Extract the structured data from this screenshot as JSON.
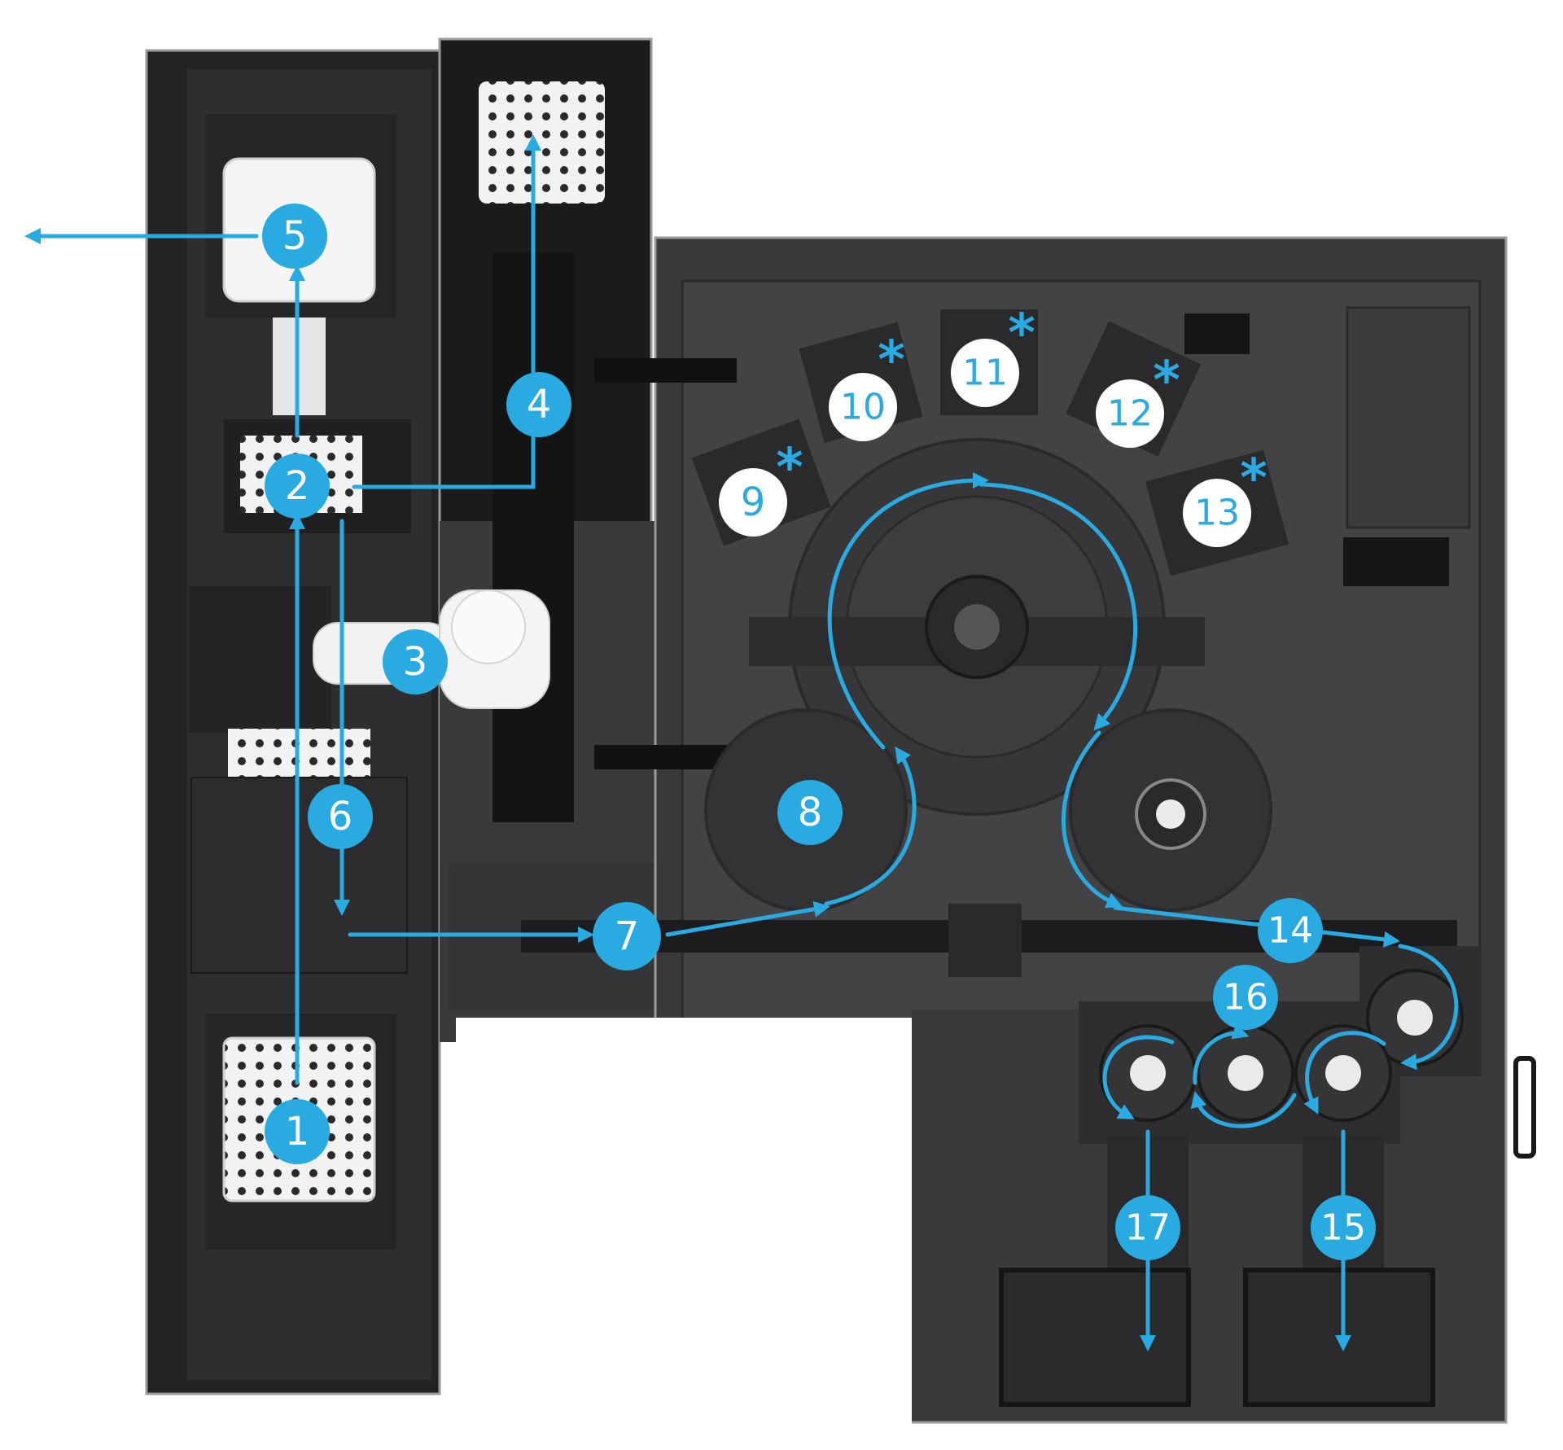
{
  "colors": {
    "accent": "#29abe2",
    "machine_body": "#3a3a3c",
    "machine_dark": "#1f1f21",
    "panel": "#4a4a4d",
    "white": "#ffffff",
    "station_bg": "#ffffff",
    "station_text": "#29abe2"
  },
  "markers": {
    "m1": "1",
    "m2": "2",
    "m3": "3",
    "m4": "4",
    "m5": "5",
    "m6": "6",
    "m7": "7",
    "m8": "8",
    "m9": "9",
    "m10": "10",
    "m11": "11",
    "m12": "12",
    "m13": "13",
    "m14": "14",
    "m15": "15",
    "m16": "16",
    "m17": "17"
  },
  "asterisk": "*"
}
